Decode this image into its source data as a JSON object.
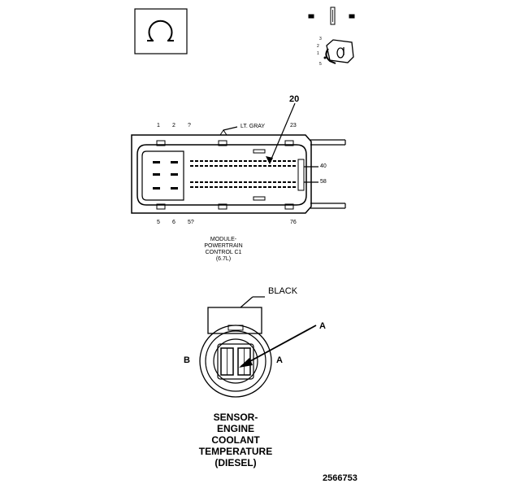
{
  "pcm_connector": {
    "callout_number": "20",
    "color_label": "LT. GRAY",
    "top_pins": [
      "1",
      "2",
      "?",
      "23"
    ],
    "bottom_pins": [
      "5",
      "6",
      "5?",
      "76"
    ],
    "right_pins": [
      "40",
      "58"
    ],
    "caption_lines": [
      "MODULE-",
      "POWERTRAIN",
      "CONTROL C1",
      "(6.7L)"
    ]
  },
  "sensor_connector": {
    "color_label": "BLACK",
    "callout_letter": "A",
    "left_terminal": "B",
    "right_terminal": "A",
    "caption_lines": [
      "SENSOR-",
      "ENGINE",
      "COOLANT",
      "TEMPERATURE",
      "(DIESEL)"
    ]
  },
  "legend_icons": [
    "terminal-loop-icon",
    "terminal-pin-icon",
    "terminal-clip-icon"
  ],
  "figure_number": "2566753"
}
